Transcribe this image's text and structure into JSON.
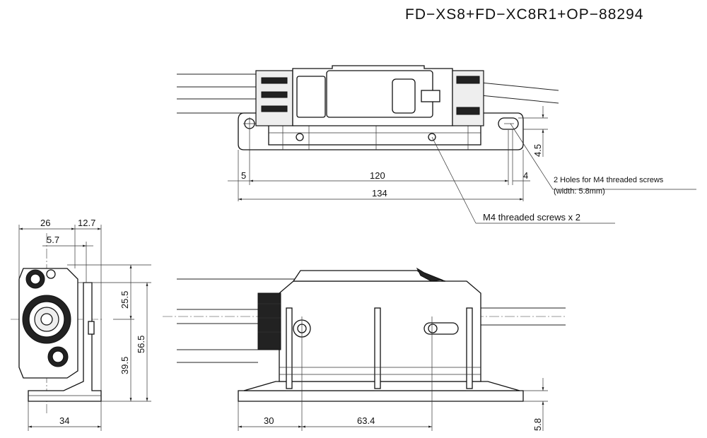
{
  "title": "FD−XS8+FD−XC8R1+OP−88294",
  "top_view": {
    "dims": {
      "left_edge": "5",
      "hole_pitch": "120",
      "right_edge": "4",
      "overall_length": "134",
      "hole_offset": "4.5"
    },
    "hole_note_line1": "2 Holes for M4 threaded screws",
    "hole_note_line2": "(width: 5.8mm)",
    "screw_note": "M4 threaded screws x 2"
  },
  "side_view": {
    "dims": {
      "width_top": "26",
      "width_right": "12.7",
      "offset": "5.7",
      "height_upper": "25.5",
      "height_lower": "39.5",
      "height_total": "56.5",
      "base_width": "34"
    }
  },
  "front_view": {
    "dims": {
      "edge_to_hole": "30",
      "hole_pitch": "63.4",
      "base_thickness": "5.8"
    }
  }
}
